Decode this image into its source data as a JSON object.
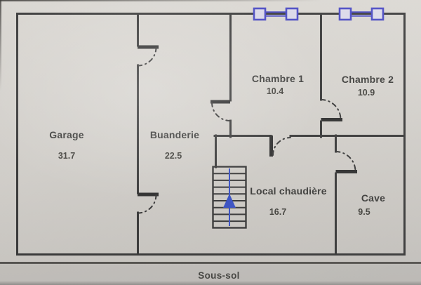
{
  "plan": {
    "title": "Sous-sol",
    "rooms": [
      {
        "name": "Garage",
        "area": "31.7"
      },
      {
        "name": "Buanderie",
        "area": "22.5"
      },
      {
        "name": "Chambre 1",
        "area": "10.4"
      },
      {
        "name": "Chambre 2",
        "area": "10.9"
      },
      {
        "name": "Local chaudière",
        "area": "16.7"
      },
      {
        "name": "Cave",
        "area": "9.5"
      }
    ],
    "colors": {
      "paper": "#d7d4cf",
      "wall": "#3b3b3b",
      "window_accent": "#4a4ac4",
      "stairs_arrow": "#3a53c8",
      "text": "#3e3e3c"
    }
  }
}
